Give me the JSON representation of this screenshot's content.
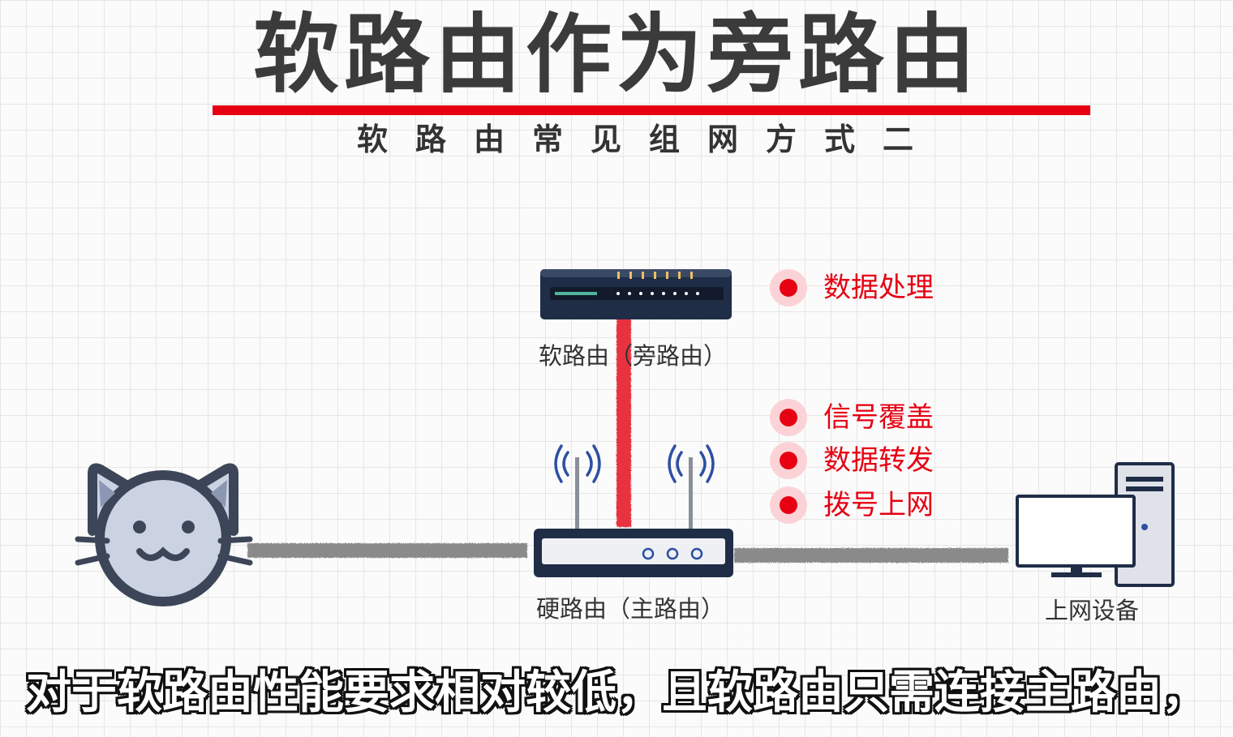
{
  "title": "软路由作为旁路由",
  "subtitle": "软路由常见组网方式二",
  "devices": {
    "soft_router_label": "软路由（旁路由）",
    "hard_router_label": "硬路由（主路由）",
    "client_label": "上网设备"
  },
  "features": [
    {
      "label": "数据处理",
      "owner": "soft-router"
    },
    {
      "label": "信号覆盖",
      "owner": "hard-router"
    },
    {
      "label": "数据转发",
      "owner": "hard-router"
    },
    {
      "label": "拨号上网",
      "owner": "hard-router"
    }
  ],
  "caption": "对于软路由性能要求相对较低，且软路由只需连接主路由，",
  "colors": {
    "accent_red": "#e60012",
    "title_gray": "#3b3b3b",
    "device_navy": "#1f2d47",
    "antenna_wave_blue": "#2b4fa3"
  },
  "icons": {
    "internet": "cat-icon",
    "soft_router": "soft-router-icon",
    "hard_router": "wifi-router-icon",
    "client": "desktop-computer-icon"
  }
}
